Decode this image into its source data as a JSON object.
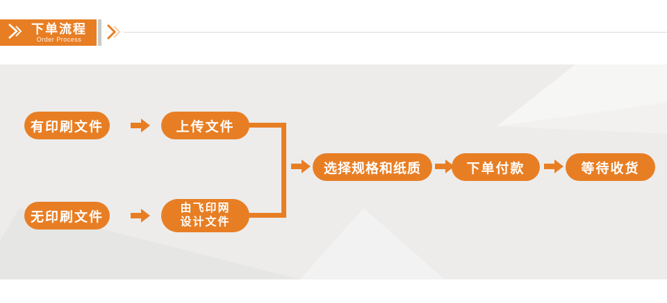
{
  "header": {
    "title_cn": "下单流程",
    "title_en": "Order Process"
  },
  "flow": {
    "has_file": "有印刷文件",
    "upload": "上传文件",
    "no_file": "无印刷文件",
    "design_line1": "由飞印网",
    "design_line2": "设计文件",
    "select_spec": "选择规格和纸质",
    "pay": "下单付款",
    "receive": "等待收货"
  },
  "icons": {
    "banner_icon": "double-chevron-right",
    "header_rule_icon": "double-chevron-right",
    "connector_icon": "block-arrow-right"
  },
  "colors": {
    "accent_orange": "#E87E24",
    "panel_background": "#EDECEB",
    "divider_gray": "#C9C9C8",
    "header_rule": "#DCDCDC",
    "pill_text": "#FFFFFF"
  }
}
